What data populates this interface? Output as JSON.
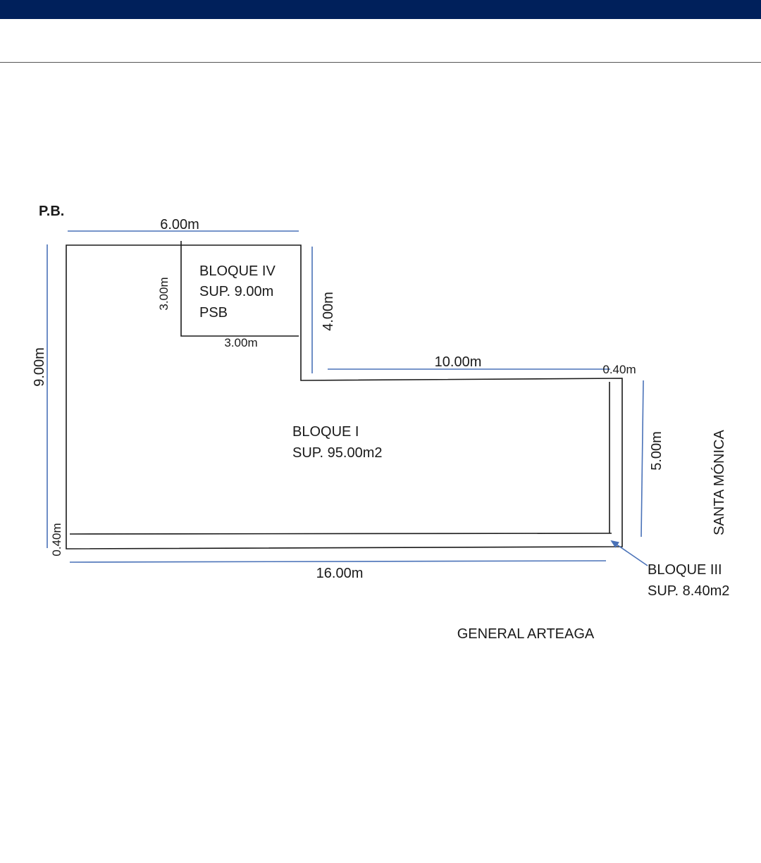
{
  "colors": {
    "header_bar": "#00205b",
    "dimension_line": "#4a72b8",
    "wall": "#1a1a1a"
  },
  "plan": {
    "level_label": "P.B.",
    "blocks": {
      "bloque_iv": {
        "name": "BLOQUE IV",
        "area": "SUP. 9.00m",
        "note": "PSB"
      },
      "bloque_i": {
        "name": "BLOQUE I",
        "area": "SUP. 95.00m2"
      },
      "bloque_iii": {
        "name": "BLOQUE III",
        "area": "SUP. 8.40m2"
      }
    },
    "dimensions": {
      "top_width": "6.00m",
      "left_height": "9.00m",
      "bloque_iv_height": "3.00m",
      "bloque_iv_width": "3.00m",
      "step_height": "4.00m",
      "right_width": "10.00m",
      "corner_strip": "0.40m",
      "right_height": "5.00m",
      "bottom_strip": "0.40m",
      "bottom_width": "16.00m"
    },
    "streets": {
      "right": "SANTA MÓNICA",
      "bottom": "GENERAL ARTEAGA"
    }
  }
}
